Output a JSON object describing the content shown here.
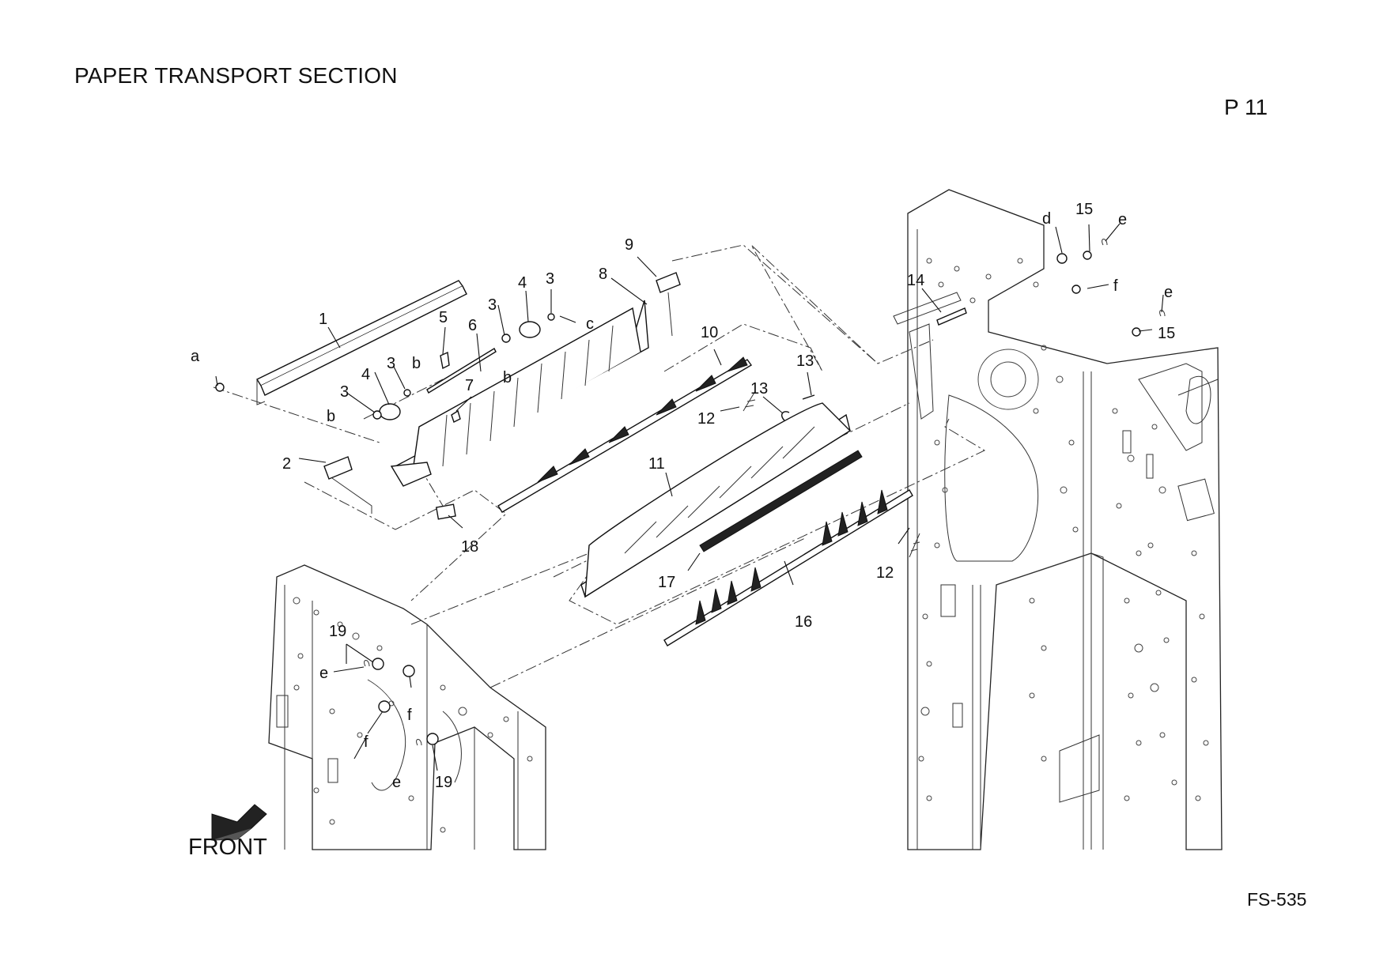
{
  "header": {
    "title": "PAPER TRANSPORT SECTION",
    "page": "P 11"
  },
  "footer": {
    "model": "FS-535"
  },
  "front_indicator": {
    "label": "FRONT",
    "icon": "front-arrow-icon"
  },
  "callouts": [
    {
      "id": "c1",
      "text": "1"
    },
    {
      "id": "c2",
      "text": "2"
    },
    {
      "id": "c3a",
      "text": "3"
    },
    {
      "id": "c3b",
      "text": "3"
    },
    {
      "id": "c3c",
      "text": "3"
    },
    {
      "id": "c3d",
      "text": "3"
    },
    {
      "id": "c4a",
      "text": "4"
    },
    {
      "id": "c4b",
      "text": "4"
    },
    {
      "id": "c5",
      "text": "5"
    },
    {
      "id": "c6",
      "text": "6"
    },
    {
      "id": "c7",
      "text": "7"
    },
    {
      "id": "c8",
      "text": "8"
    },
    {
      "id": "c9",
      "text": "9"
    },
    {
      "id": "c10",
      "text": "10"
    },
    {
      "id": "c11",
      "text": "11"
    },
    {
      "id": "c12a",
      "text": "12"
    },
    {
      "id": "c12b",
      "text": "12"
    },
    {
      "id": "c13a",
      "text": "13"
    },
    {
      "id": "c13b",
      "text": "13"
    },
    {
      "id": "c14",
      "text": "14"
    },
    {
      "id": "c15a",
      "text": "15"
    },
    {
      "id": "c15b",
      "text": "15"
    },
    {
      "id": "c16",
      "text": "16"
    },
    {
      "id": "c17",
      "text": "17"
    },
    {
      "id": "c18",
      "text": "18"
    },
    {
      "id": "c19a",
      "text": "19"
    },
    {
      "id": "c19b",
      "text": "19"
    },
    {
      "id": "ca",
      "text": "a"
    },
    {
      "id": "cb1",
      "text": "b"
    },
    {
      "id": "cb2",
      "text": "b"
    },
    {
      "id": "cb3",
      "text": "b"
    },
    {
      "id": "cc",
      "text": "c"
    },
    {
      "id": "cd",
      "text": "d"
    },
    {
      "id": "ce1",
      "text": "e"
    },
    {
      "id": "ce2",
      "text": "e"
    },
    {
      "id": "ce3",
      "text": "e"
    },
    {
      "id": "ce4",
      "text": "e"
    },
    {
      "id": "cf1",
      "text": "f"
    },
    {
      "id": "cf2",
      "text": "f"
    },
    {
      "id": "cf3",
      "text": "f"
    }
  ]
}
